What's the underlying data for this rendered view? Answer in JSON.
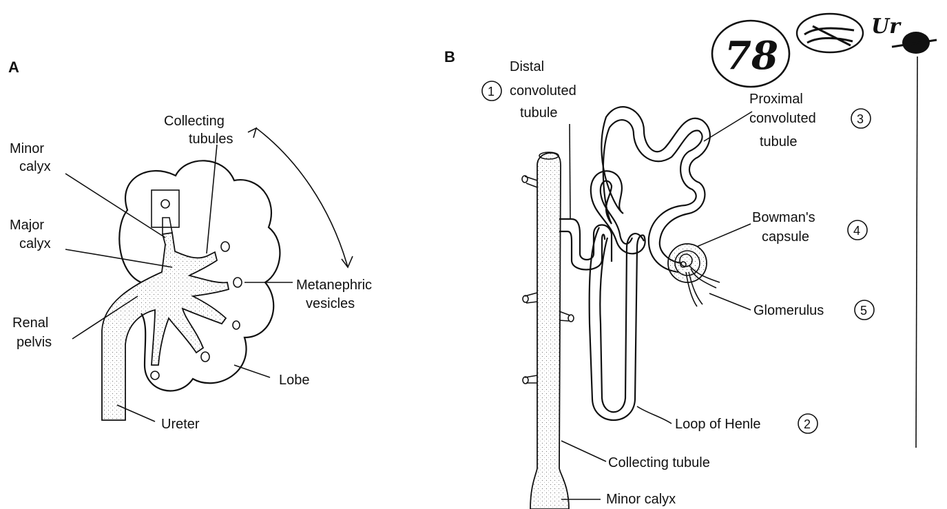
{
  "panel_a": {
    "letter": "A",
    "labels": {
      "collecting_tubules_1": "Collecting",
      "collecting_tubules_2": "tubules",
      "minor_calyx_1": "Minor",
      "minor_calyx_2": "calyx",
      "major_calyx_1": "Major",
      "major_calyx_2": "calyx",
      "metanephric_1": "Metanephric",
      "metanephric_2": "vesicles",
      "renal_pelvis_1": "Renal",
      "renal_pelvis_2": "pelvis",
      "lobe": "Lobe",
      "ureter": "Ureter"
    }
  },
  "panel_b": {
    "letter": "B",
    "labels": {
      "distal_1": "Distal",
      "distal_2": "convoluted",
      "distal_3": "tubule",
      "distal_num": "1",
      "proximal_1": "Proximal",
      "proximal_2": "convoluted",
      "proximal_3": "tubule",
      "proximal_num": "3",
      "bowman_1": "Bowman's",
      "bowman_2": "capsule",
      "bowman_num": "4",
      "glomerulus": "Glomerulus",
      "glomerulus_num": "5",
      "loop_henle": "Loop of Henle",
      "loop_henle_num": "2",
      "collecting_tubule": "Collecting tubule",
      "minor_calyx": "Minor calyx"
    }
  },
  "handwriting": {
    "number": "78",
    "note": "Ur"
  }
}
